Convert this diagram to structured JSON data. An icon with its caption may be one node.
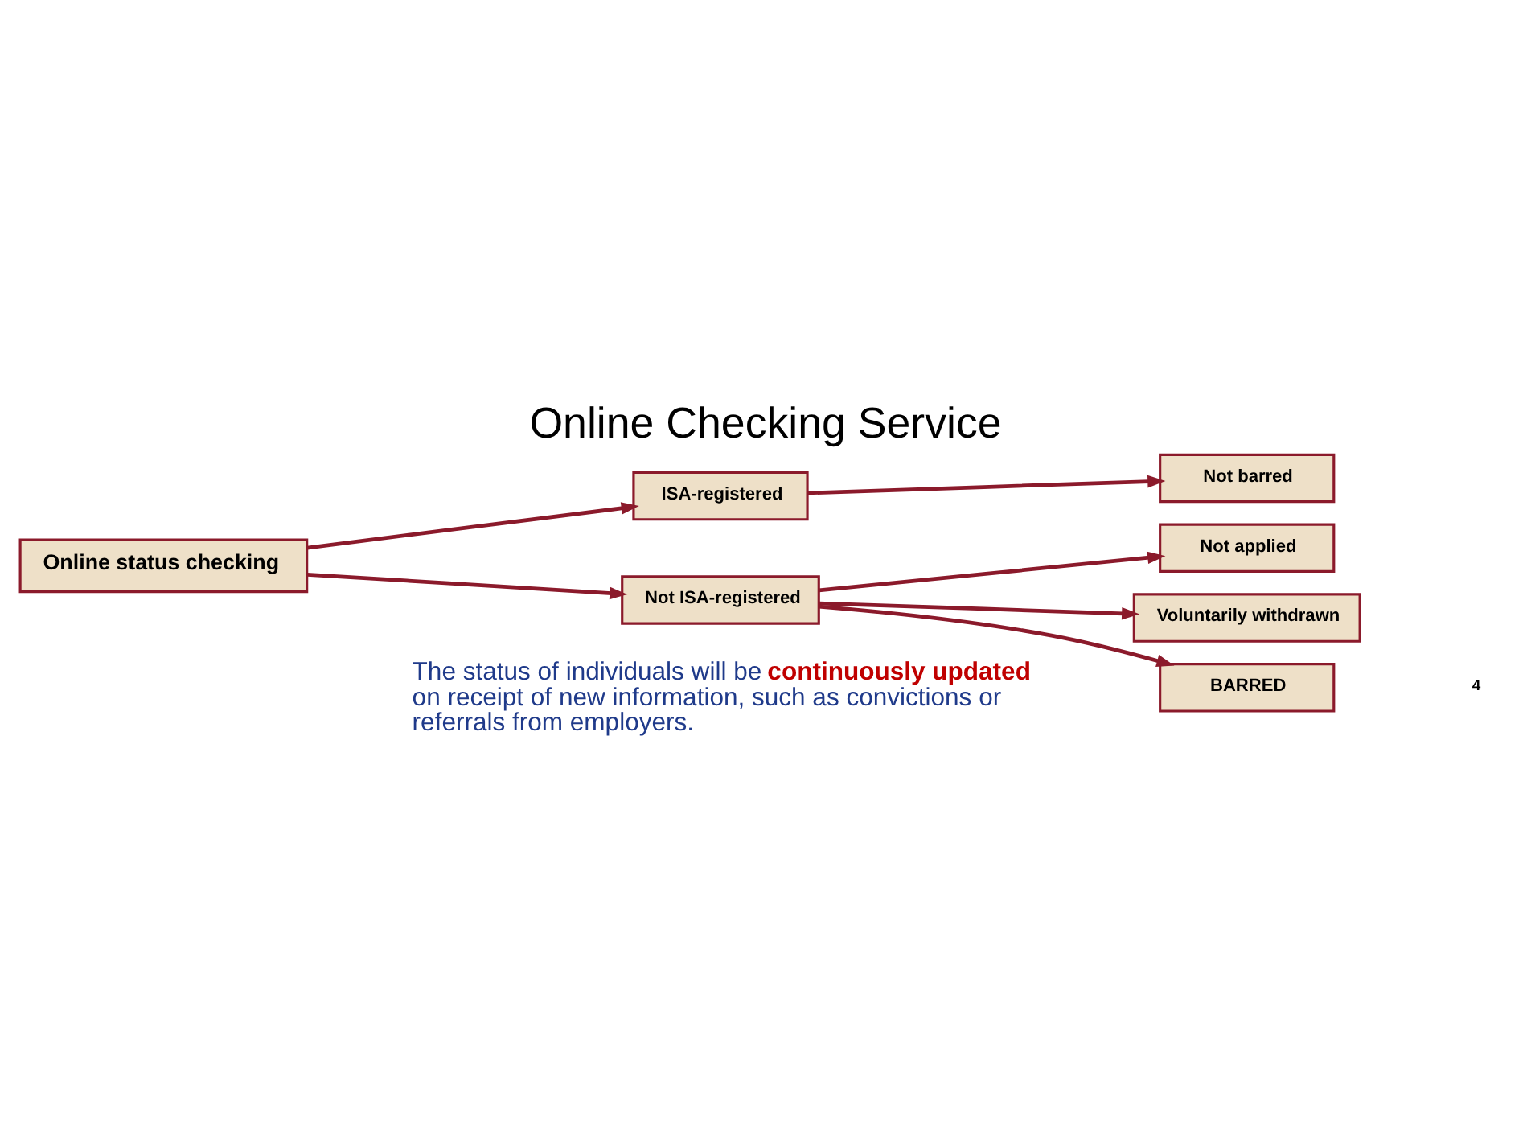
{
  "diagram": {
    "title": "Online Checking Service",
    "nodes": [
      {
        "text": [
          "Online status checking"
        ]
      },
      {
        "text": [
          "ISA-registered"
        ]
      },
      {
        "text": [
          "Not ISA-registered"
        ]
      },
      {
        "text": [
          "Not barred"
        ]
      },
      {
        "text": [
          "Not applied"
        ]
      },
      {
        "text": [
          "Voluntarily withdrawn"
        ]
      },
      {
        "text": [
          "BARRED"
        ]
      }
    ],
    "edges": [
      {
        "from": 0,
        "to": 1,
        "arrow": "to"
      },
      {
        "from": 0,
        "to": 2,
        "arrow": "to"
      },
      {
        "from": 1,
        "to": 3,
        "arrow": "to"
      },
      {
        "from": 2,
        "to": 4,
        "arrow": "to"
      },
      {
        "from": 2,
        "to": 5,
        "arrow": "to"
      },
      {
        "from": 2,
        "to": 6,
        "arrow": "to"
      }
    ],
    "labels": [
      "The status of individuals will be **continuously updated** on receipt of new information, such as convictions or referrals from employers.",
      "4"
    ]
  }
}
